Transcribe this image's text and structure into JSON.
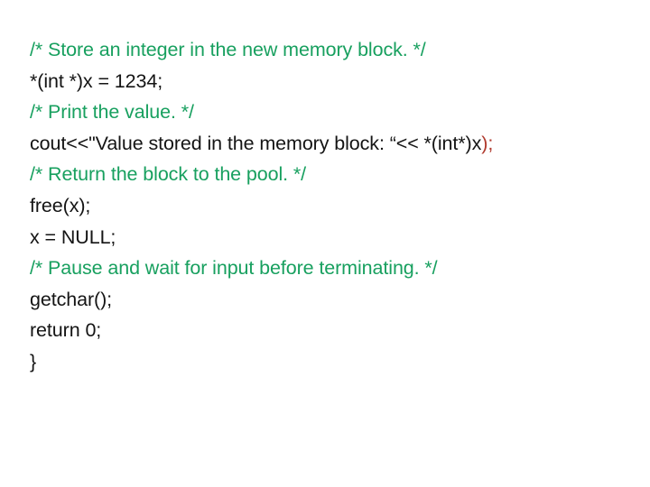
{
  "slide": {
    "background_color": "#ffffff",
    "comment_color": "#18a05f",
    "code_color": "#141414",
    "accent_red_color": "#b03a2e",
    "lines": [
      {
        "id": "line-1",
        "kind": "comment",
        "text": "/* Store an integer in the new memory block. */"
      },
      {
        "id": "line-2",
        "kind": "code",
        "text": "*(int *)x = 1234;"
      },
      {
        "id": "line-3",
        "kind": "comment",
        "text": "/* Print the value. */"
      },
      {
        "id": "line-4",
        "kind": "code",
        "text": "cout<<\"Value stored in the memory block: “<< *(int*)x"
      },
      {
        "id": "line-4-tail",
        "kind": "code",
        "text": ");"
      },
      {
        "id": "line-5",
        "kind": "comment",
        "text": "/* Return the block to the pool. */"
      },
      {
        "id": "line-6",
        "kind": "code",
        "text": "free(x);"
      },
      {
        "id": "line-7",
        "kind": "code",
        "text": "x = NULL;"
      },
      {
        "id": "line-8",
        "kind": "comment",
        "text": "/* Pause and wait for input before terminating. */"
      },
      {
        "id": "line-9",
        "kind": "code",
        "text": "getchar();"
      },
      {
        "id": "line-10",
        "kind": "code",
        "text": "return 0;"
      },
      {
        "id": "line-11",
        "kind": "code",
        "text": "}"
      }
    ]
  }
}
